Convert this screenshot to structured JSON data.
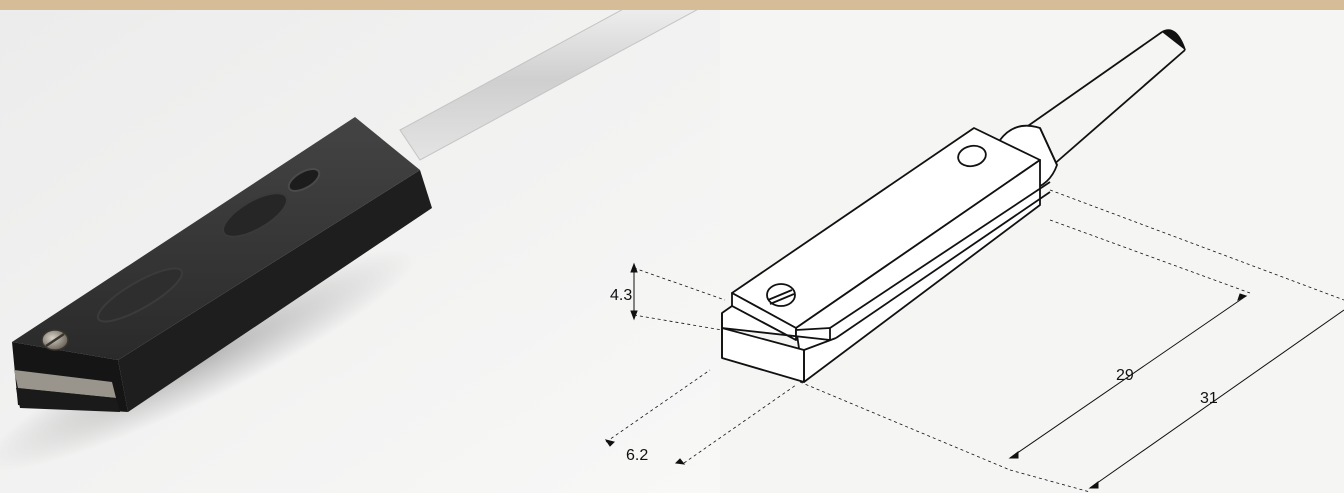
{
  "colors": {
    "top_band": "#d6bd97",
    "background": "#f5f5f4",
    "sensor_body": "#2b2b2b",
    "cable": "#dcdcdc",
    "line": "#111111"
  },
  "dimensions": {
    "height": "4.3",
    "width": "6.2",
    "inner_length": "29",
    "overall_length": "31"
  }
}
